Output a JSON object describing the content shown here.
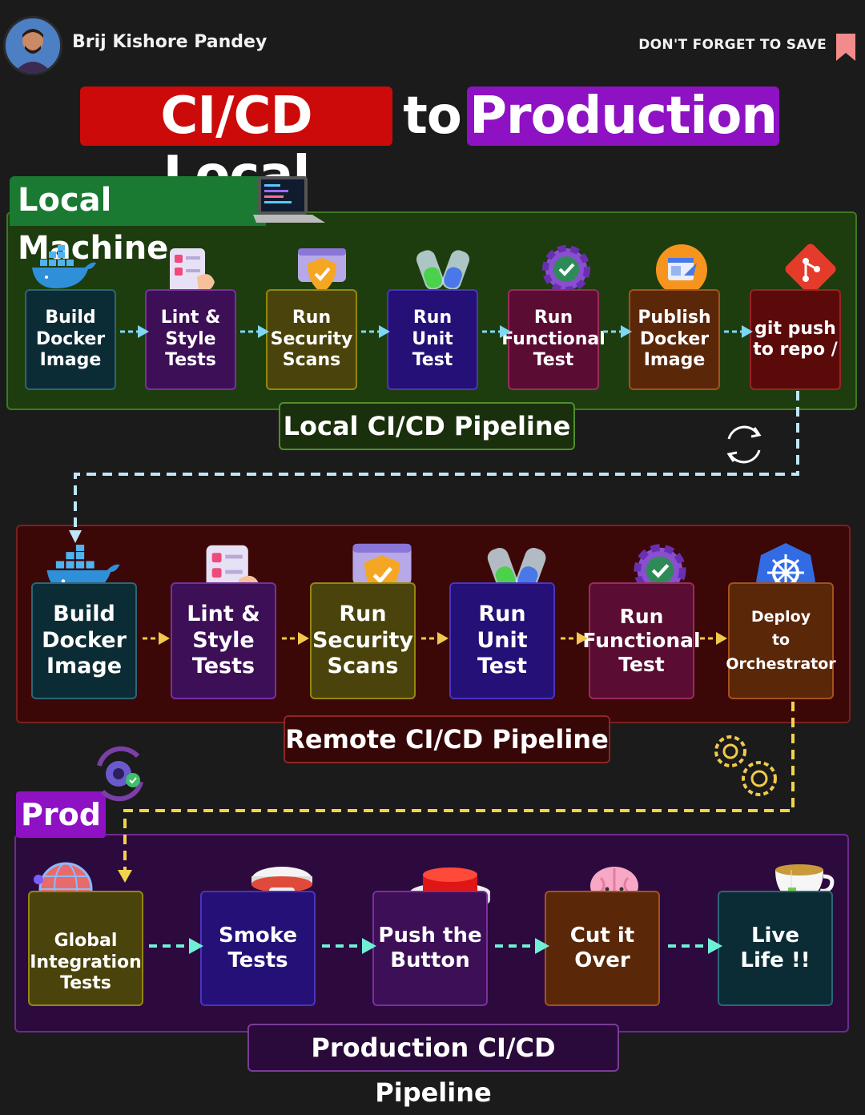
{
  "header": {
    "author": "Brij Kishore Pandey",
    "save": "DON'T FORGET TO SAVE"
  },
  "title": {
    "part1": "CI/CD Local",
    "part2": "to",
    "part3": "Production"
  },
  "local": {
    "tag": "Local Machine",
    "pipeline_label": "Local CI/CD Pipeline",
    "steps": [
      {
        "label": "Build\nDocker\nImage",
        "icon": "docker-icon"
      },
      {
        "label": "Lint &\nStyle\nTests",
        "icon": "checklist-icon"
      },
      {
        "label": "Run\nSecurity\nScans",
        "icon": "shield-icon"
      },
      {
        "label": "Run\nUnit\nTest",
        "icon": "test-tubes-icon"
      },
      {
        "label": "Run\nFunctional\nTest",
        "icon": "gear-check-icon"
      },
      {
        "label": "Publish\nDocker\nImage",
        "icon": "publish-icon"
      },
      {
        "label": "git push\nto repo /",
        "icon": "git-icon"
      }
    ]
  },
  "remote": {
    "pipeline_label": "Remote CI/CD Pipeline",
    "steps": [
      {
        "label": "Build\nDocker\nImage",
        "icon": "docker-icon"
      },
      {
        "label": "Lint &\nStyle\nTests",
        "icon": "checklist-icon"
      },
      {
        "label": "Run\nSecurity\nScans",
        "icon": "shield-icon"
      },
      {
        "label": "Run\nUnit\nTest",
        "icon": "test-tubes-icon"
      },
      {
        "label": "Run\nFunctional\nTest",
        "icon": "gear-check-icon"
      },
      {
        "label": "Deploy\nto\nOrchestrator",
        "icon": "kubernetes-icon"
      }
    ]
  },
  "prod": {
    "tag": "Prod",
    "pipeline_label": "Production CI/CD Pipeline",
    "steps": [
      {
        "label": "Global\nIntegration\nTests",
        "icon": "globe-icon"
      },
      {
        "label": "Smoke\nTests",
        "icon": "smoke-detector-icon"
      },
      {
        "label": "Push the\nButton",
        "icon": "red-button-icon"
      },
      {
        "label": "Cut it\nOver",
        "icon": "brain-icon"
      },
      {
        "label": "Live\nLife !!",
        "icon": "tea-cup-icon"
      }
    ]
  },
  "colors": {
    "local_arrow": "#7fd6f5",
    "remote_arrow": "#f2c94c",
    "prod_arrow": "#6ff0d6",
    "title_red": "#cc0a0a",
    "title_purple": "#8e12c4"
  }
}
